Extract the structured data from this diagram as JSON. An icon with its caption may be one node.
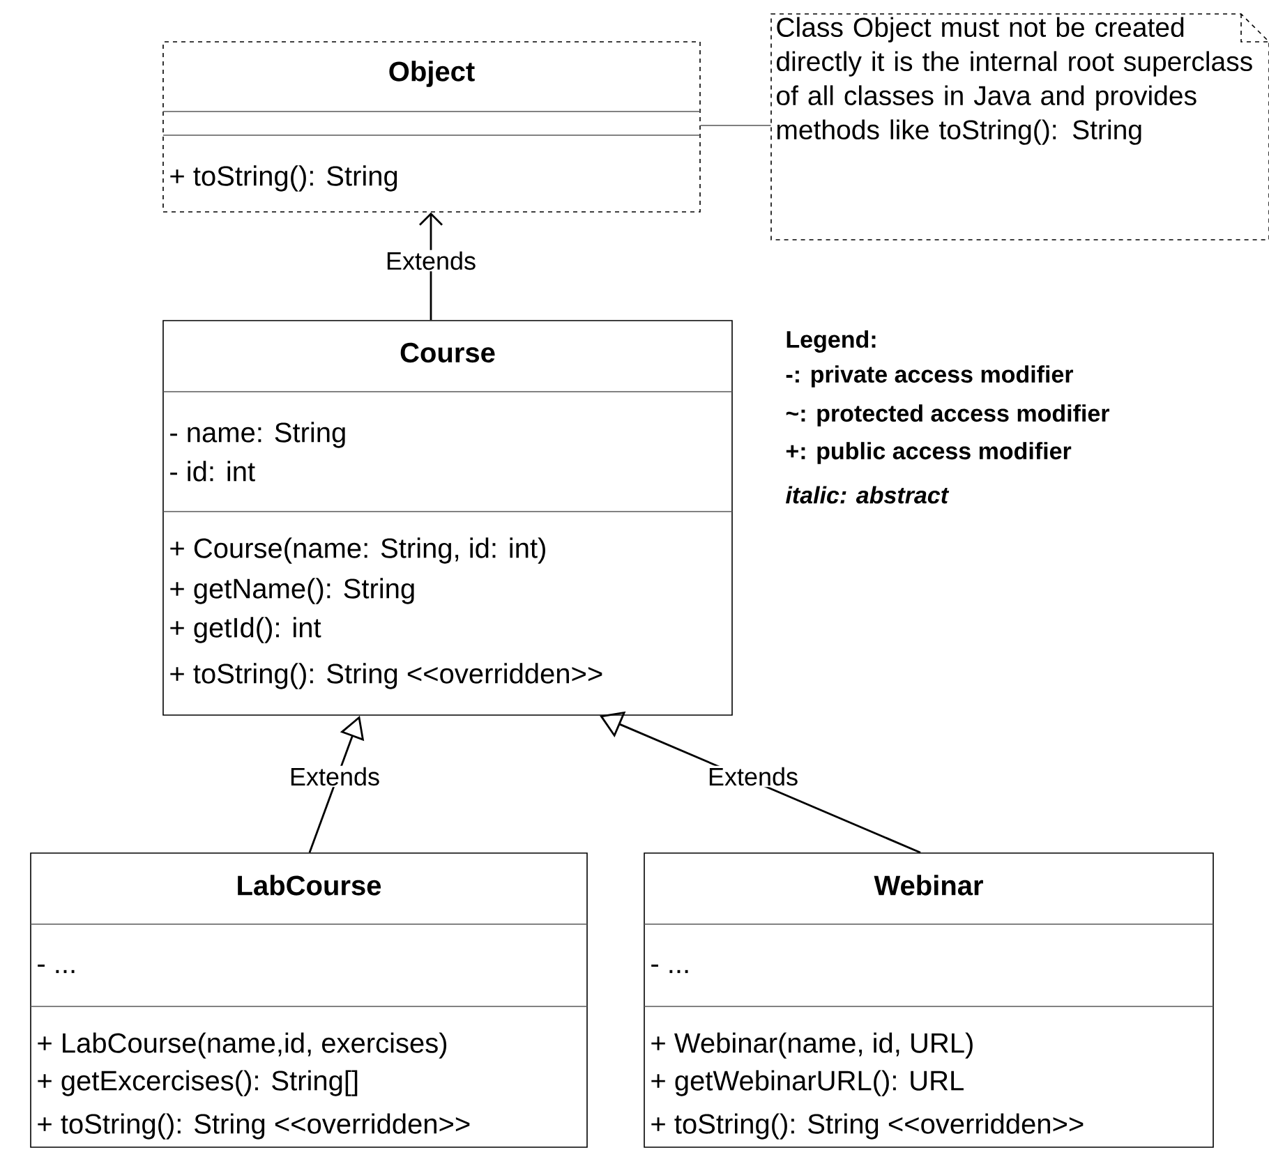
{
  "diagram": {
    "nodes": [
      {
        "text": [
          "Object",
          "+ toString(): String"
        ]
      },
      {
        "text": [
          "Class Object must not be created directly it is the internal root superclass of all classes in Java and provides methods like toString(): String"
        ]
      },
      {
        "text": [
          "Course",
          "- name: String",
          "- id: int",
          "+ Course(name: String, id: int)",
          "+ getName(): String",
          "+ getId(): int",
          "+ toString(): String <<overridden>>"
        ]
      },
      {
        "text": [
          "LabCourse",
          "- ...",
          "+ LabCourse(name,id, exercises)",
          "+ getExcercises(): String[]",
          "+ toString(): String <<overridden>>"
        ]
      },
      {
        "text": [
          "Webinar",
          "- ...",
          "+ Webinar(name, id, URL)",
          "+ getWebinarURL(): URL",
          "+ toString(): String <<overridden>>"
        ]
      }
    ],
    "edges": [
      {
        "from": 2,
        "to": 0,
        "arrow": "to",
        "label": "Extends"
      },
      {
        "from": 3,
        "to": 2,
        "arrow": "to",
        "label": "Extends"
      },
      {
        "from": 4,
        "to": 2,
        "arrow": "to",
        "label": "Extends"
      },
      {
        "from": 1,
        "to": 0,
        "arrow": "none"
      }
    ],
    "labels": [
      "Legend:",
      "-: private access modifier",
      "~: protected access modifier",
      "+: public access modifier",
      "italic: abstract"
    ]
  }
}
